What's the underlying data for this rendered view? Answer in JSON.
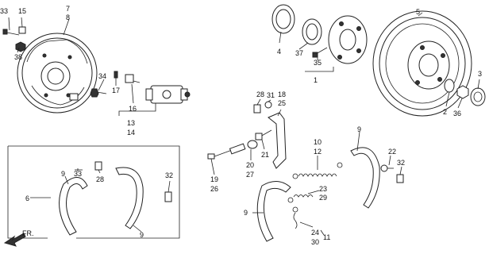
{
  "labels": {
    "l1": "1",
    "l2": "2",
    "l3": "3",
    "l4": "4",
    "l5": "5",
    "l6": "6",
    "l7": "7",
    "l8": "8",
    "l9a": "9",
    "l9b": "9",
    "l9c": "9",
    "l9d": "9",
    "l10": "10",
    "l11": "11",
    "l12": "12",
    "l13": "13",
    "l14": "14",
    "l15": "15",
    "l16": "16",
    "l17": "17",
    "l18": "18",
    "l19": "19",
    "l20": "20",
    "l21": "21",
    "l22": "22",
    "l23": "23",
    "l24": "24",
    "l25": "25",
    "l26": "26",
    "l27": "27",
    "l28a": "28",
    "l28b": "28",
    "l29": "29",
    "l30": "30",
    "l31": "31",
    "l32a": "32",
    "l32b": "32",
    "l33a": "33",
    "l33b": "33",
    "l34": "34",
    "l35": "35",
    "l36": "36",
    "l37": "37",
    "l38": "38"
  },
  "direction": "FR.",
  "colors": {
    "line": "#222222",
    "background": "#ffffff"
  }
}
